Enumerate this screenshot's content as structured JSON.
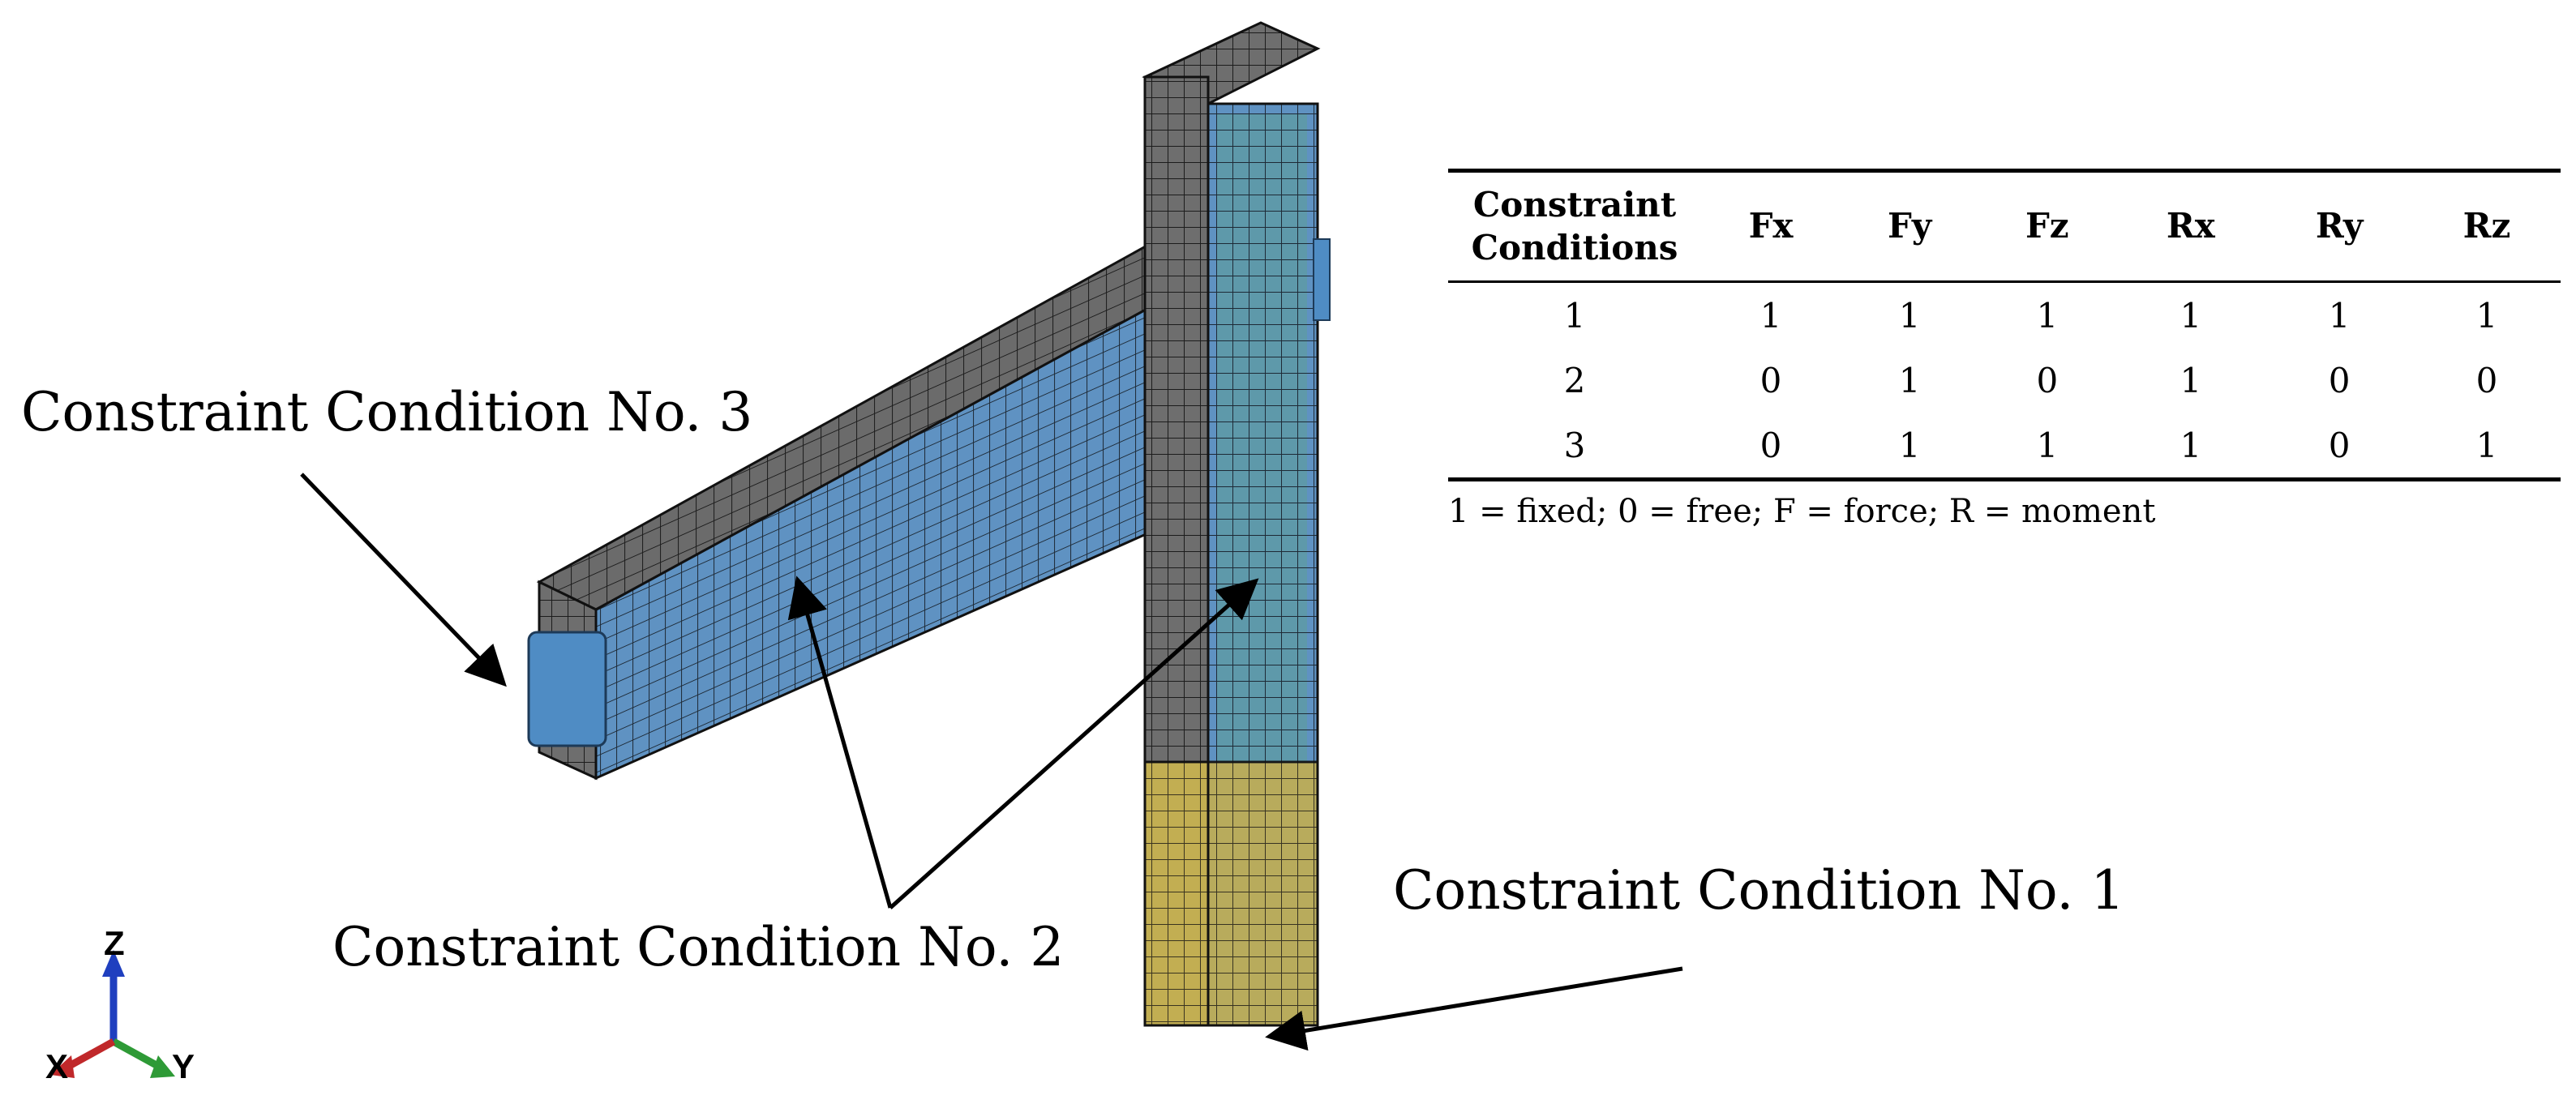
{
  "labels": {
    "condition_3": "Constraint Condition No. 3",
    "condition_2": "Constraint Condition No. 2",
    "condition_1": "Constraint Condition No. 1"
  },
  "table": {
    "headers": [
      "Constraint Conditions",
      "Fx",
      "Fy",
      "Fz",
      "Rx",
      "Ry",
      "Rz"
    ],
    "rows": [
      [
        "1",
        "1",
        "1",
        "1",
        "1",
        "1",
        "1"
      ],
      [
        "2",
        "0",
        "1",
        "0",
        "1",
        "0",
        "0"
      ],
      [
        "3",
        "0",
        "1",
        "1",
        "1",
        "0",
        "1"
      ]
    ],
    "note": "1 = fixed;  0 = free;  F = force;  R = moment"
  },
  "axes": {
    "z": "Z",
    "x": "X",
    "y": "Y"
  },
  "colors": {
    "mesh_gray": "#6b6b6b",
    "mesh_blue": "#5b95c9",
    "mesh_yellow": "#c9b64e",
    "mesh_line": "#1a1a1a",
    "axis_z": "#1f3fbf",
    "axis_x": "#c0282a",
    "axis_y": "#2e9a36"
  }
}
